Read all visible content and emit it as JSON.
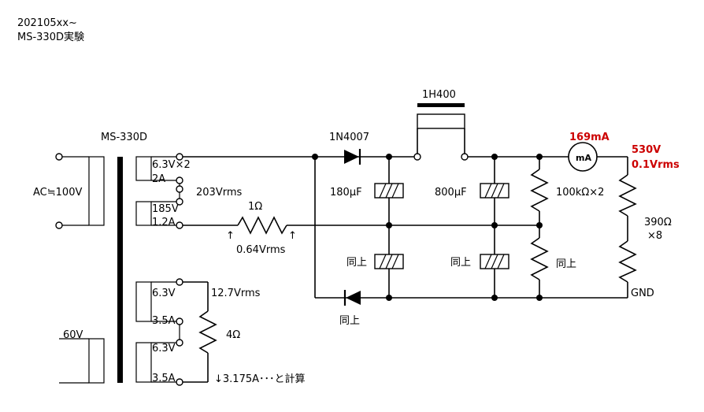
{
  "header": {
    "date": "202105xx~",
    "title": "MS-330D実験"
  },
  "transformer": {
    "name": "MS-330D",
    "primary": "AC≒100V",
    "sec_a_volt": "6.3V×2",
    "sec_a_cur": "2A",
    "sec_b_volt": "185V",
    "sec_b_cur": "1.2A",
    "sec_c1_volt": "6.3V",
    "sec_c1_cur": "3.5A",
    "sec_c2_volt": "6.3V",
    "sec_c2_cur": "3.5A",
    "primary_60v": "60V"
  },
  "labels": {
    "vrms_203": "203Vrms",
    "r1": "1Ω",
    "vrms_064": "0.64Vrms",
    "diode1": "1N4007",
    "diode2": "同上",
    "choke": "1H400",
    "cap1": "180μF",
    "cap1_lower": "同上",
    "cap2": "800μF",
    "cap2_lower": "同上",
    "r_bleeder": "100kΩ×2",
    "r_bleeder_lower": "同上",
    "meter": "mA",
    "meter_reading": "169mA",
    "out_volt": "530V",
    "out_ripple": "0.1Vrms",
    "r_load": "390Ω",
    "r_load_count": "×8",
    "gnd": "GND",
    "vrms_127": "12.7Vrms",
    "r_4ohm": "4Ω",
    "calc_note": "↓3.175A･･･と計算"
  },
  "colors": {
    "accent": "#cc0000",
    "wire": "#000000"
  }
}
